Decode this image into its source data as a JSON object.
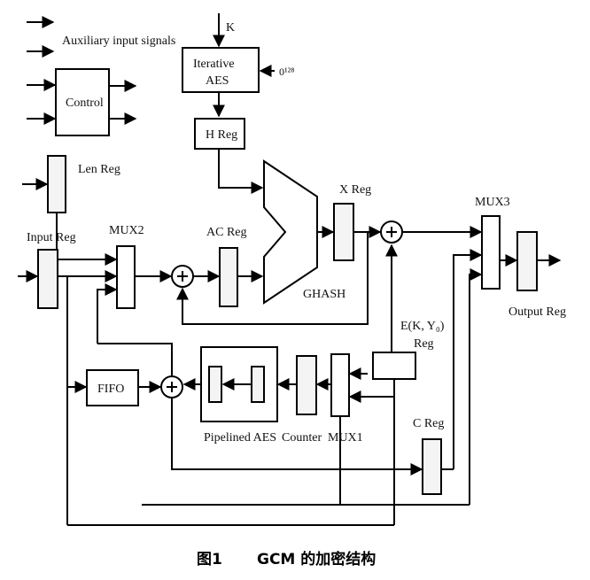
{
  "labels": {
    "auxiliary": "Auxiliary input signals",
    "control": "Control",
    "k": "K",
    "iterative_aes_line1": "Iterative",
    "iterative_aes_line2": "AES",
    "zero_128": "0¹²⁸",
    "h_reg": "H Reg",
    "len_reg": "Len Reg",
    "input_reg": "Input Reg",
    "mux2": "MUX2",
    "ac_reg": "AC Reg",
    "ghash": "GHASH",
    "x_reg": "X Reg",
    "mux3": "MUX3",
    "output_reg": "Output Reg",
    "ek_y_line1": "E(K, Y₀)",
    "ek_y_line2": "Reg",
    "fifo": "FIFO",
    "pipelined_aes": "Pipelined AES",
    "counter": "Counter",
    "mux1": "MUX1",
    "c_reg": "C Reg"
  },
  "caption": {
    "figure_number": "图1",
    "title": "GCM 的加密结构"
  }
}
